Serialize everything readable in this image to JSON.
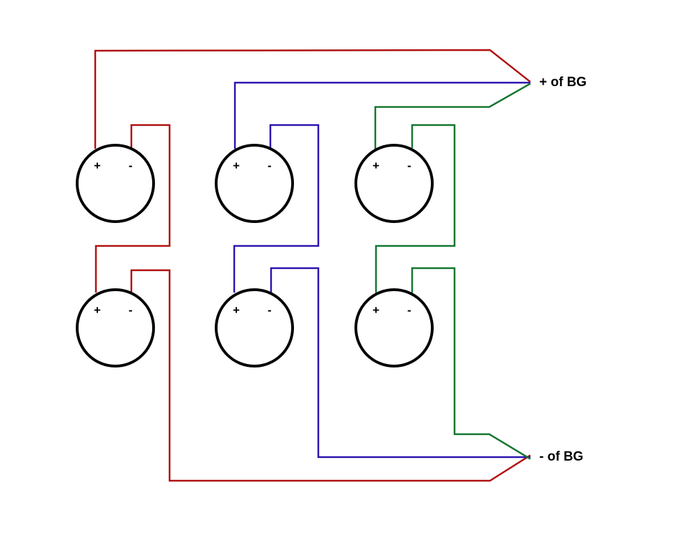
{
  "labels": {
    "positive_bus": "+ of BG",
    "negative_bus": "- of BG",
    "plus_terminal": "+",
    "minus_terminal": "-"
  },
  "colors": {
    "red_chain": "#b01010",
    "blue_chain": "#2a14b0",
    "green_chain": "#13762e",
    "outline": "#000000"
  },
  "speakers": [
    {
      "id": "top-left",
      "chain": "red"
    },
    {
      "id": "top-middle",
      "chain": "blue"
    },
    {
      "id": "top-right",
      "chain": "green"
    },
    {
      "id": "bottom-left",
      "chain": "red"
    },
    {
      "id": "bottom-middle",
      "chain": "blue"
    },
    {
      "id": "bottom-right",
      "chain": "green"
    }
  ]
}
